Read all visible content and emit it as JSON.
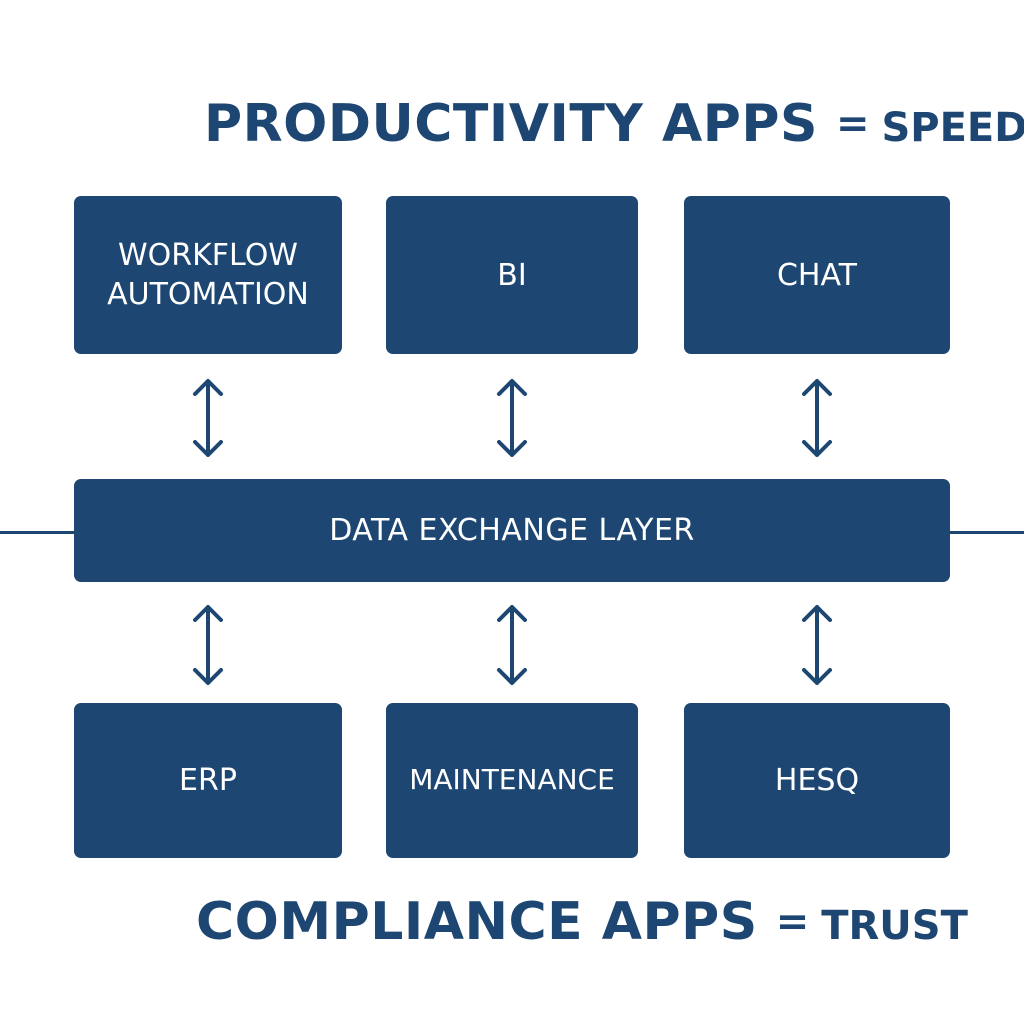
{
  "headings": {
    "top": {
      "main": "PRODUCTIVITY APPS",
      "equals": "=",
      "value": "SPEED"
    },
    "bottom": {
      "main": "COMPLIANCE APPS",
      "equals": "=",
      "value": "TRUST"
    }
  },
  "productivity_apps": [
    "WORKFLOW\nAUTOMATION",
    "BI",
    "CHAT"
  ],
  "data_layer": "DATA EXCHANGE LAYER",
  "compliance_apps": [
    "ERP",
    "MAINTENANCE",
    "HESQ"
  ],
  "colors": {
    "primary": "#1d4672",
    "box_text": "#ffffff",
    "background": "#ffffff"
  },
  "connectors": {
    "style": "double-headed-arrow",
    "count": 6
  }
}
